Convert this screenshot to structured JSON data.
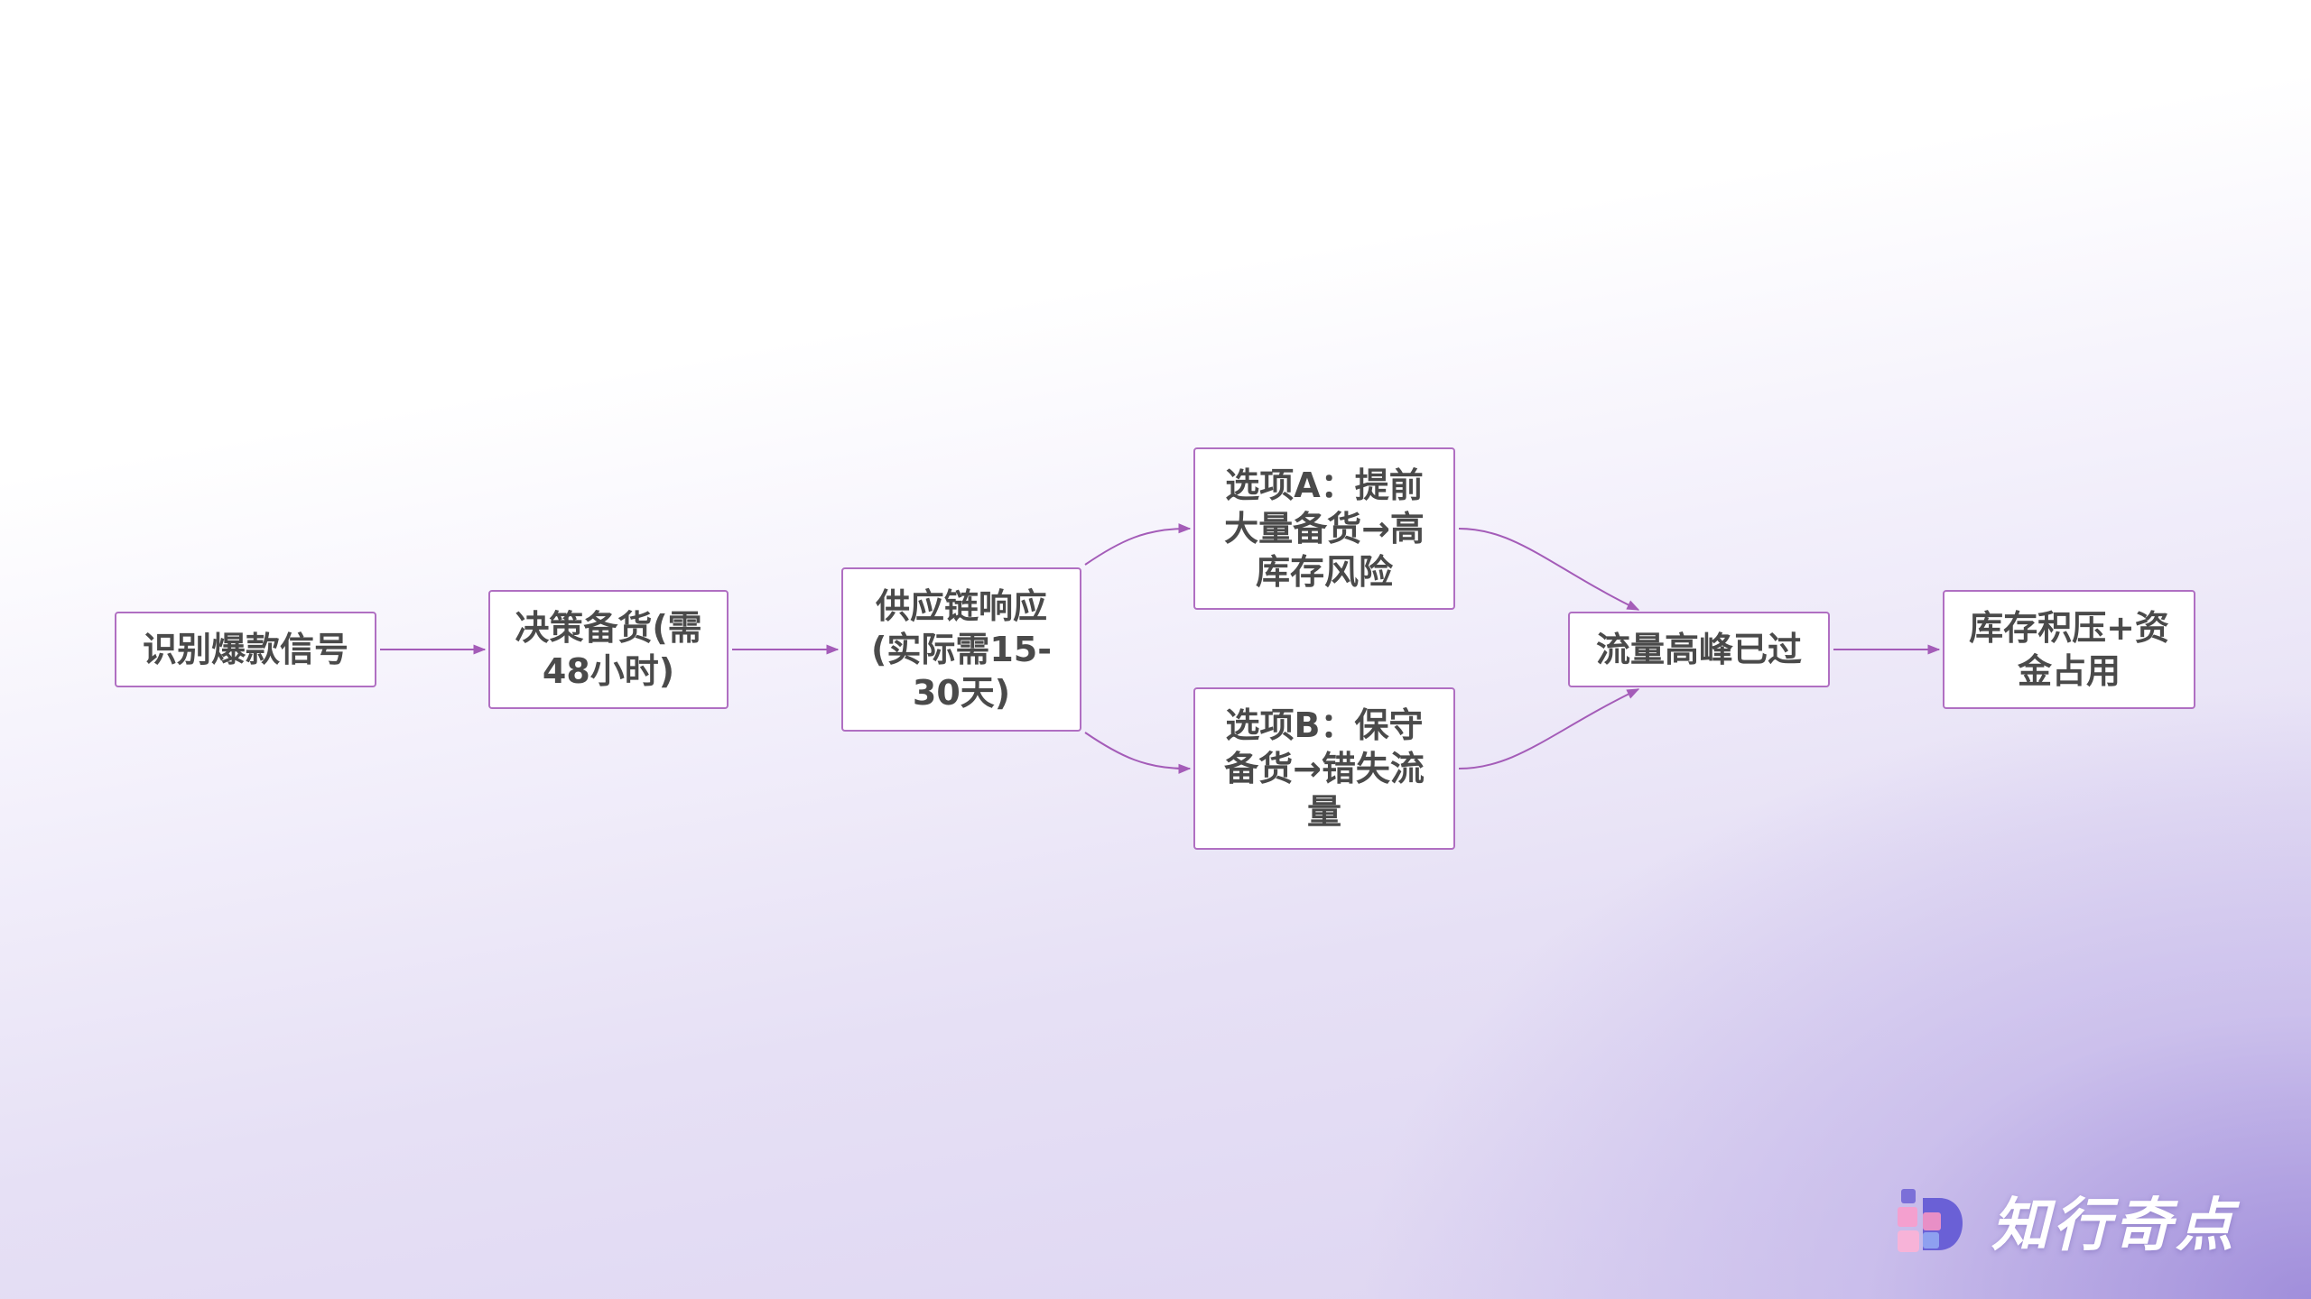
{
  "diagram": {
    "nodes": {
      "n1": "识别爆款信号",
      "n2": "决策备货(需48小时)",
      "n3": "供应链响应(实际需15-30天)",
      "n4": "选项A：提前大量备货→高库存风险",
      "n5": "选项B：保守备货→错失流量",
      "n6": "流量高峰已过",
      "n7": "库存积压+资金占用"
    },
    "edges": [
      [
        "n1",
        "n2"
      ],
      [
        "n2",
        "n3"
      ],
      [
        "n3",
        "n4"
      ],
      [
        "n3",
        "n5"
      ],
      [
        "n4",
        "n6"
      ],
      [
        "n5",
        "n6"
      ],
      [
        "n6",
        "n7"
      ]
    ]
  },
  "colors": {
    "node_border": "#b06fc2",
    "edge": "#a45cb8",
    "text": "#4a4a4a"
  },
  "logo": {
    "text": "知行奇点",
    "icon": "logo-mark-icon"
  }
}
